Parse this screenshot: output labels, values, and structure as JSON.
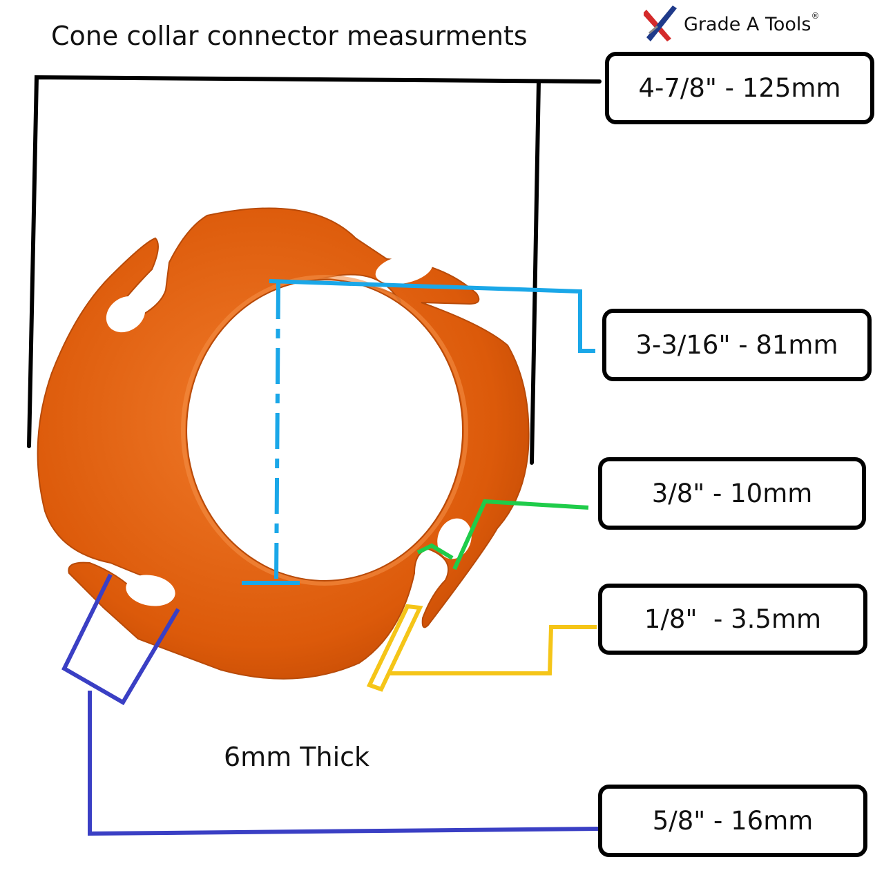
{
  "title": "Cone collar connector measurments",
  "thickness_note": "6mm Thick",
  "brand": {
    "name": "Grade A Tools",
    "reg_mark": "®",
    "colors": {
      "red": "#d42a2a",
      "blue": "#1f3a8a"
    }
  },
  "measurements": [
    {
      "id": "outer_width",
      "label": "4-7/8\" - 125mm",
      "color": "#000000"
    },
    {
      "id": "inner_diameter",
      "label": "3-3/16\" - 81mm",
      "color": "#1aa7e8"
    },
    {
      "id": "slot_width",
      "label": "3/8\" - 10mm",
      "color": "#1fcc4a"
    },
    {
      "id": "gap",
      "label": "1/8\"  - 3.5mm",
      "color": "#f5c518"
    },
    {
      "id": "ring_width",
      "label": "5/8\" - 16mm",
      "color": "#3a3fc4"
    }
  ],
  "ring_color": "#e0600e"
}
